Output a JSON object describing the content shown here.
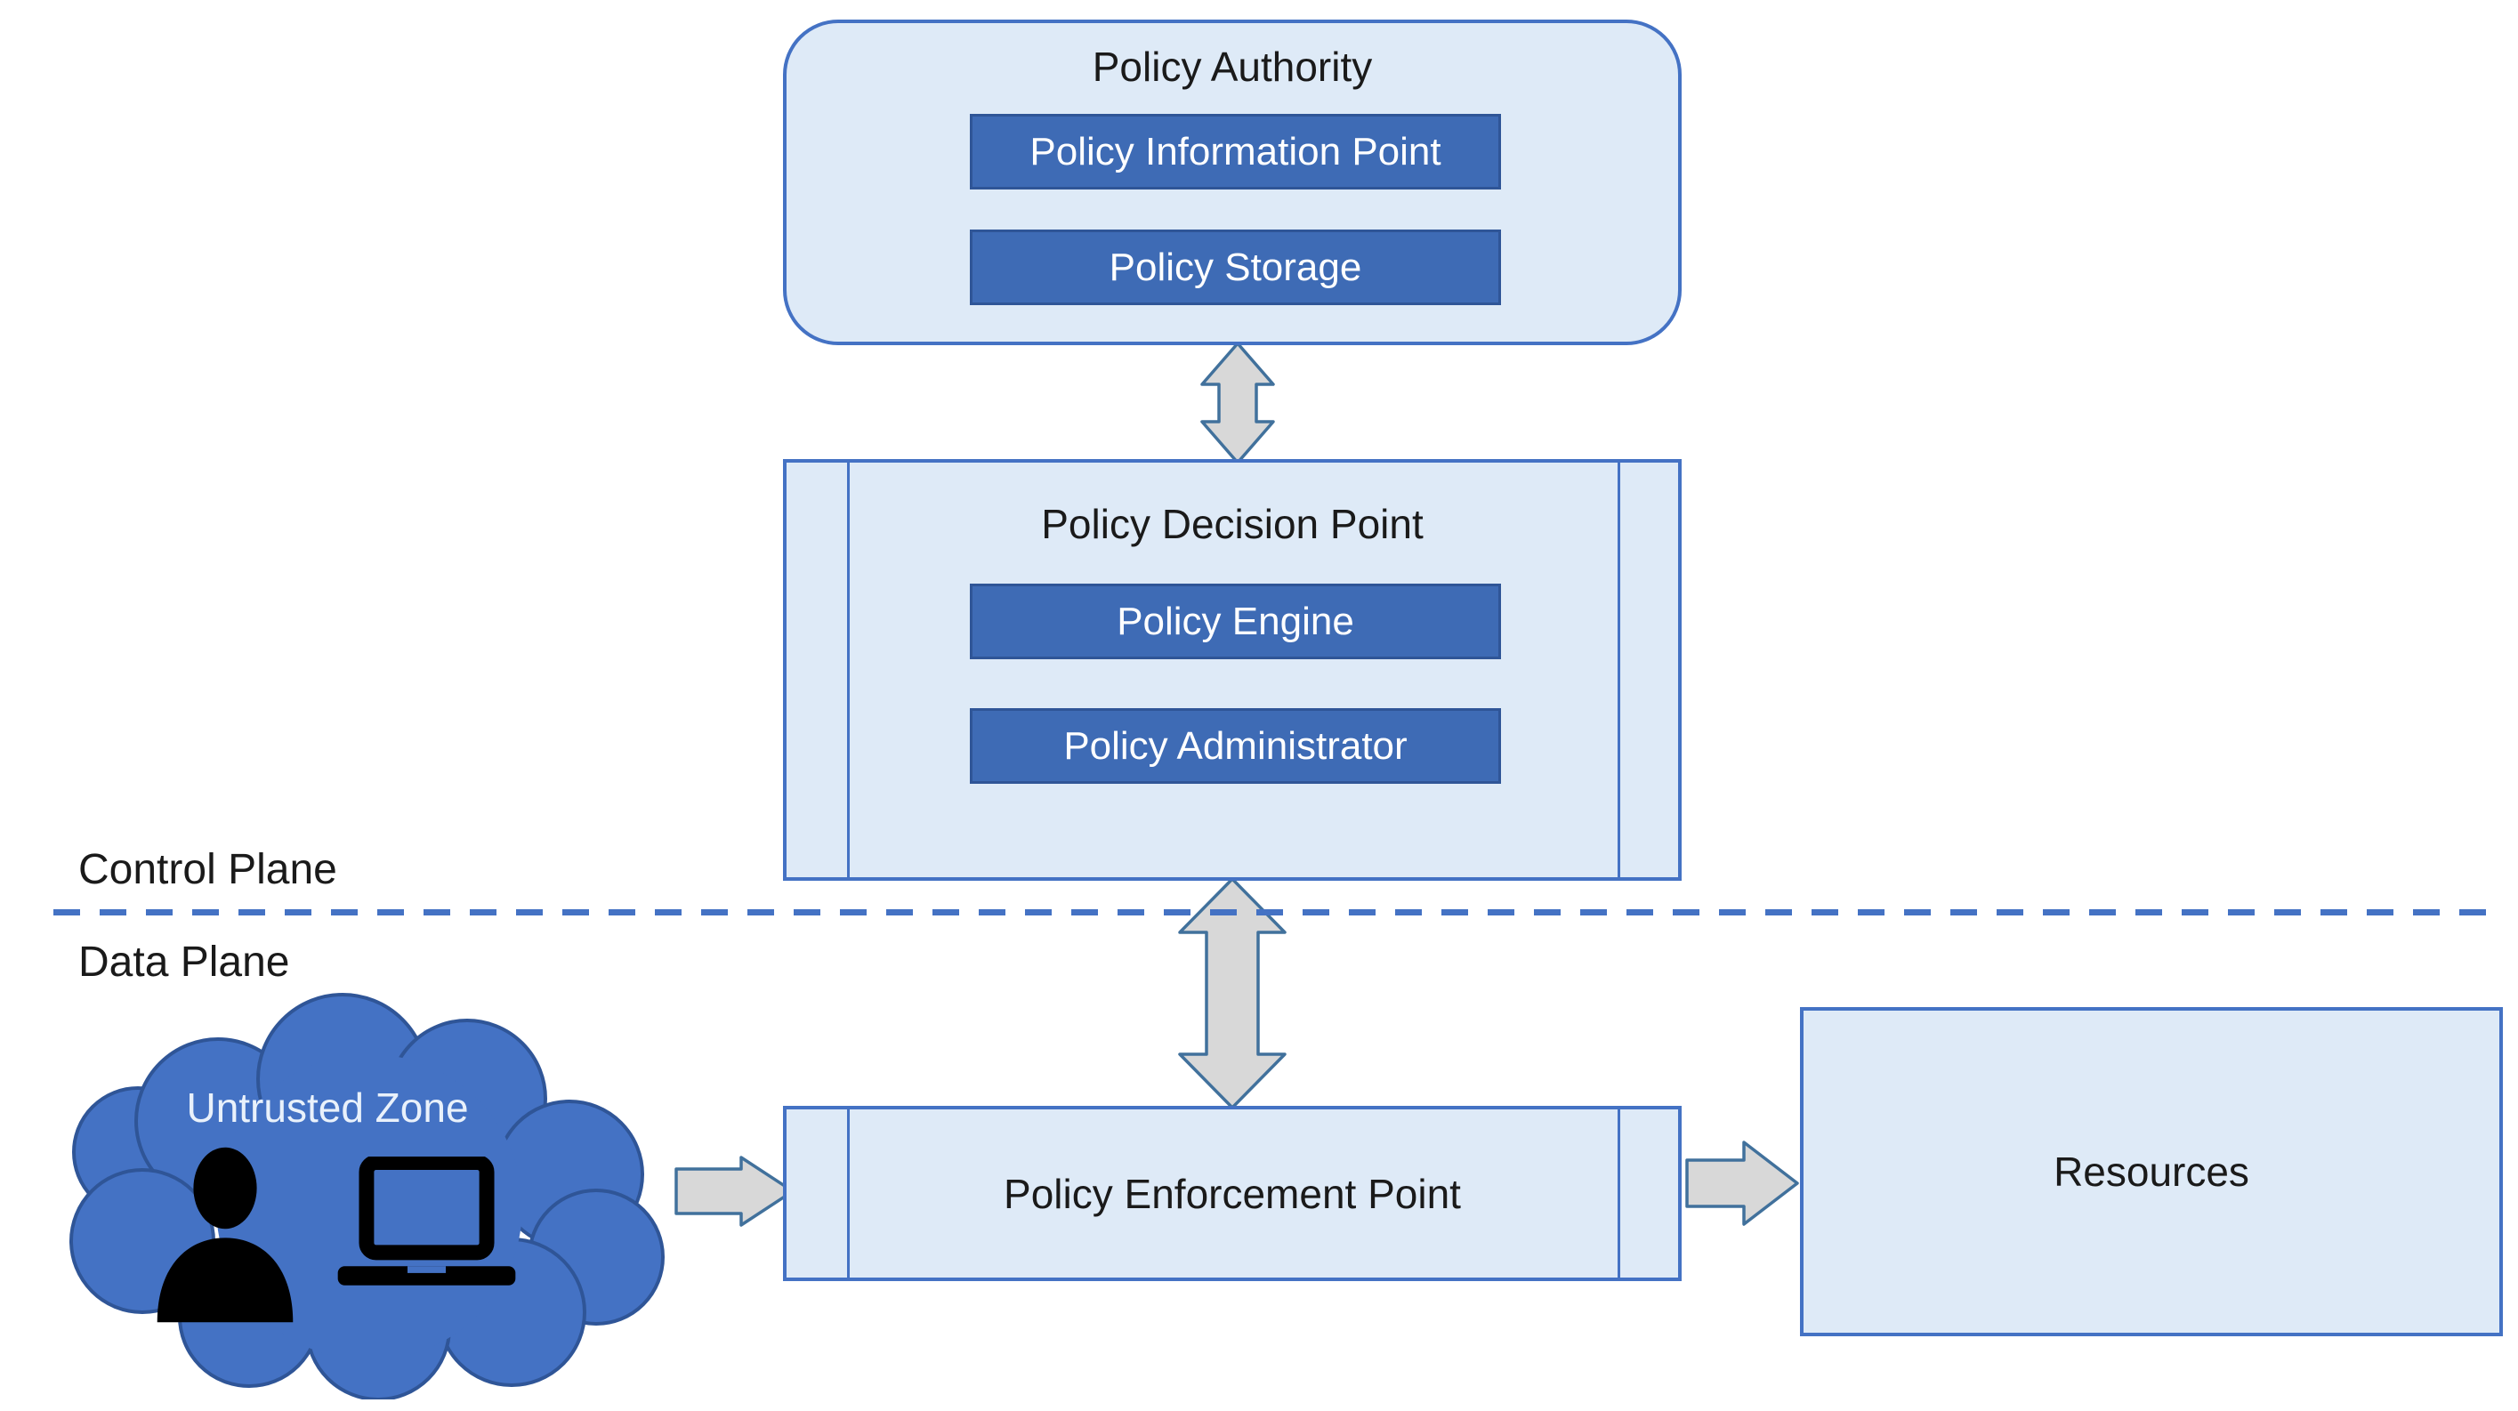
{
  "planes": {
    "control_label": "Control Plane",
    "data_label": "Data Plane"
  },
  "policy_authority": {
    "title": "Policy Authority",
    "components": [
      "Policy Information Point",
      "Policy Storage"
    ]
  },
  "policy_decision_point": {
    "title": "Policy Decision Point",
    "components": [
      "Policy Engine",
      "Policy Administrator"
    ]
  },
  "policy_enforcement_point": {
    "title": "Policy Enforcement Point"
  },
  "resources": {
    "title": "Resources"
  },
  "untrusted_zone": {
    "title": "Untrusted Zone",
    "icons": [
      "user-icon",
      "laptop-icon"
    ]
  },
  "connections": [
    {
      "from": "Policy Authority",
      "to": "Policy Decision Point",
      "type": "bidirectional"
    },
    {
      "from": "Policy Decision Point",
      "to": "Policy Enforcement Point",
      "type": "bidirectional"
    },
    {
      "from": "Untrusted Zone",
      "to": "Policy Enforcement Point",
      "type": "directional"
    },
    {
      "from": "Policy Enforcement Point",
      "to": "Resources",
      "type": "directional"
    }
  ],
  "colors": {
    "node_fill_light": "#DEEAF7",
    "node_border": "#4472C4",
    "component_bar_fill": "#3E6BB5",
    "component_bar_border": "#2F5597",
    "component_bar_text": "#FFFFFF",
    "cloud_fill": "#4472C4",
    "cloud_border": "#2F5597",
    "arrow_fill": "#D8D8D8",
    "arrow_border": "#41719C",
    "plane_divider": "#4472C4",
    "icon_color": "#000000",
    "label_text": "#1A1A1A"
  }
}
